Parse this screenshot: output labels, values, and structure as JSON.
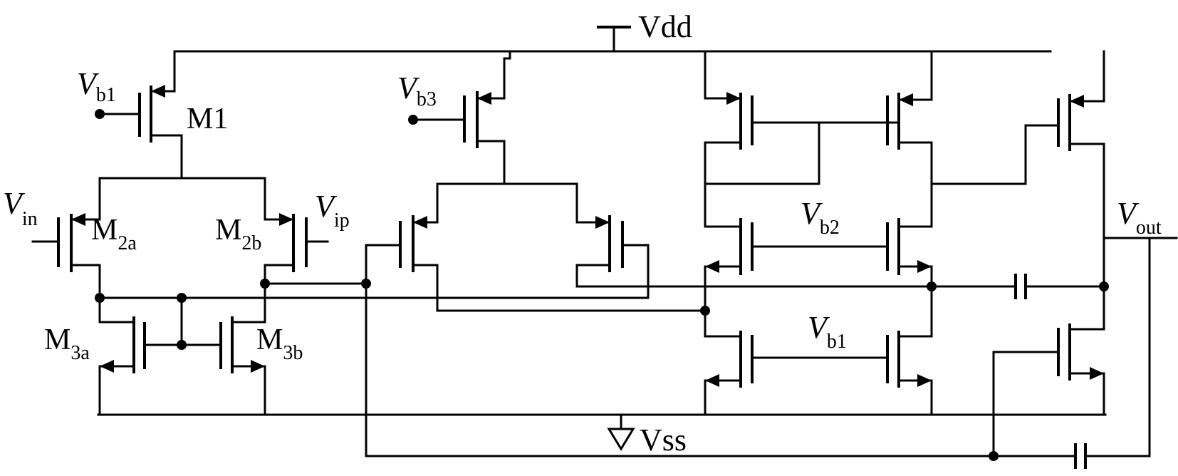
{
  "rails": {
    "vdd": "Vdd",
    "vss": "Vss"
  },
  "transistors": {
    "m1": "M1",
    "m2a": {
      "main": "M",
      "sub": "2a"
    },
    "m2b": {
      "main": "M",
      "sub": "2b"
    },
    "m3a": {
      "main": "M",
      "sub": "3a"
    },
    "m3b": {
      "main": "M",
      "sub": "3b"
    }
  },
  "signals": {
    "vb1_top": {
      "main": "V",
      "sub": "b1"
    },
    "vb3": {
      "main": "V",
      "sub": "b3"
    },
    "vin": {
      "main": "V",
      "sub": "in"
    },
    "vip": {
      "main": "V",
      "sub": "ip"
    },
    "vb2": {
      "main": "V",
      "sub": "b2"
    },
    "vb1_right": {
      "main": "V",
      "sub": "b1"
    },
    "vout": {
      "main": "V",
      "sub": "out"
    }
  }
}
